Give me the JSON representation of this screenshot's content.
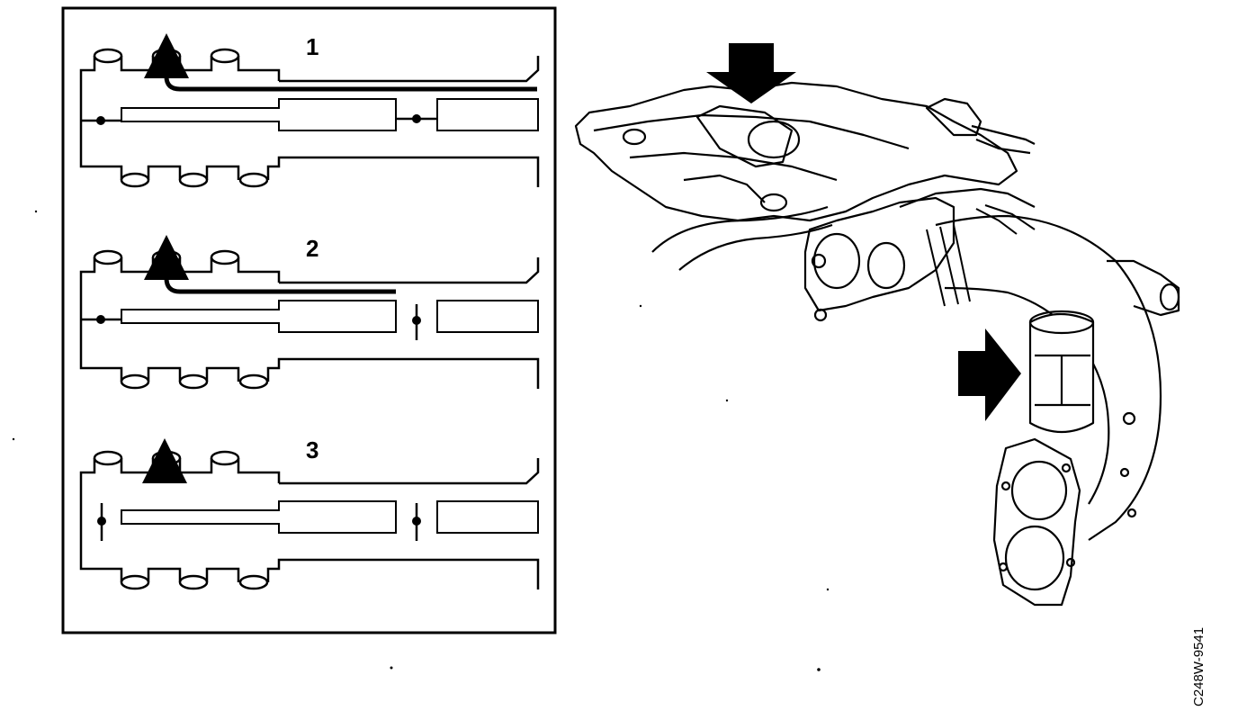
{
  "panels": [
    {
      "number": "1",
      "state": "both-valves-open"
    },
    {
      "number": "2",
      "state": "second-valve-closed"
    },
    {
      "number": "3",
      "state": "both-valves-closed"
    }
  ],
  "reference_code": "C248W-9541",
  "colors": {
    "ink": "#000000",
    "paper": "#ffffff"
  }
}
